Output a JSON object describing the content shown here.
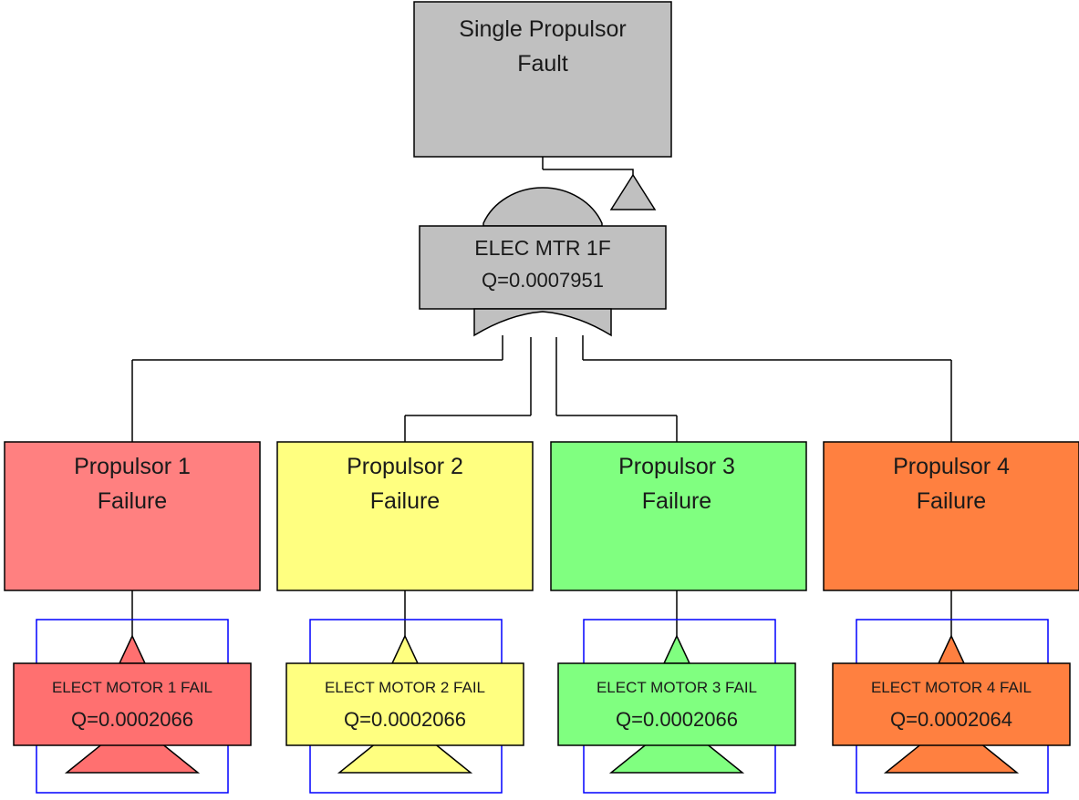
{
  "top_event": {
    "title_line1": "Single Propulsor",
    "title_line2": "Fault",
    "fill": "#c0c0c0"
  },
  "gate": {
    "name": "ELEC MTR 1F",
    "q": "Q=0.0007951",
    "fill": "#c0c0c0"
  },
  "events": [
    {
      "line1": "Propulsor 1",
      "line2": "Failure",
      "basic_name": "ELECT MOTOR 1 FAIL",
      "q": "Q=0.0002066",
      "fill": "#ff8080",
      "basic_fill": "#ff7070"
    },
    {
      "line1": "Propulsor 2",
      "line2": "Failure",
      "basic_name": "ELECT MOTOR 2 FAIL",
      "q": "Q=0.0002066",
      "fill": "#ffff80",
      "basic_fill": "#ffff80"
    },
    {
      "line1": "Propulsor 3",
      "line2": "Failure",
      "basic_name": "ELECT MOTOR 3 FAIL",
      "q": "Q=0.0002066",
      "fill": "#80ff80",
      "basic_fill": "#80ff80"
    },
    {
      "line1": "Propulsor 4",
      "line2": "Failure",
      "basic_name": "ELECT MOTOR 4 FAIL",
      "q": "Q=0.0002064",
      "fill": "#ff8040",
      "basic_fill": "#ff8040"
    }
  ],
  "colors": {
    "line": "#000000",
    "border": "#000000",
    "frame": "#0000ff"
  }
}
